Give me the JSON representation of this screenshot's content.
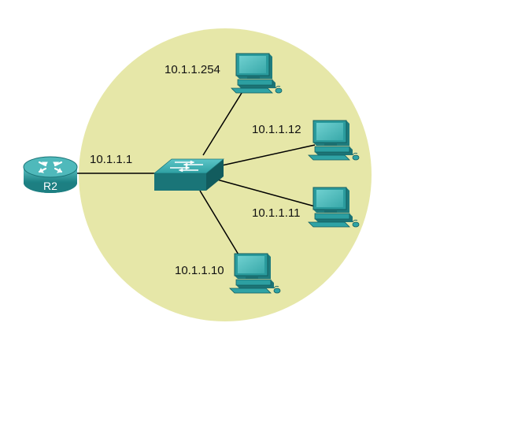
{
  "colors": {
    "network_area": "#e6e7a8",
    "device_teal": "#1e8a8c",
    "device_teal_light": "#4db8b8",
    "link": "#000000"
  },
  "router": {
    "name": "R2",
    "icon": "router-icon",
    "interface_ip": "10.1.1.1"
  },
  "switch": {
    "icon": "switch-icon"
  },
  "hosts": [
    {
      "ip": "10.1.1.254",
      "icon": "pc-icon"
    },
    {
      "ip": "10.1.1.12",
      "icon": "pc-icon"
    },
    {
      "ip": "10.1.1.11",
      "icon": "pc-icon"
    },
    {
      "ip": "10.1.1.10",
      "icon": "pc-icon"
    }
  ]
}
